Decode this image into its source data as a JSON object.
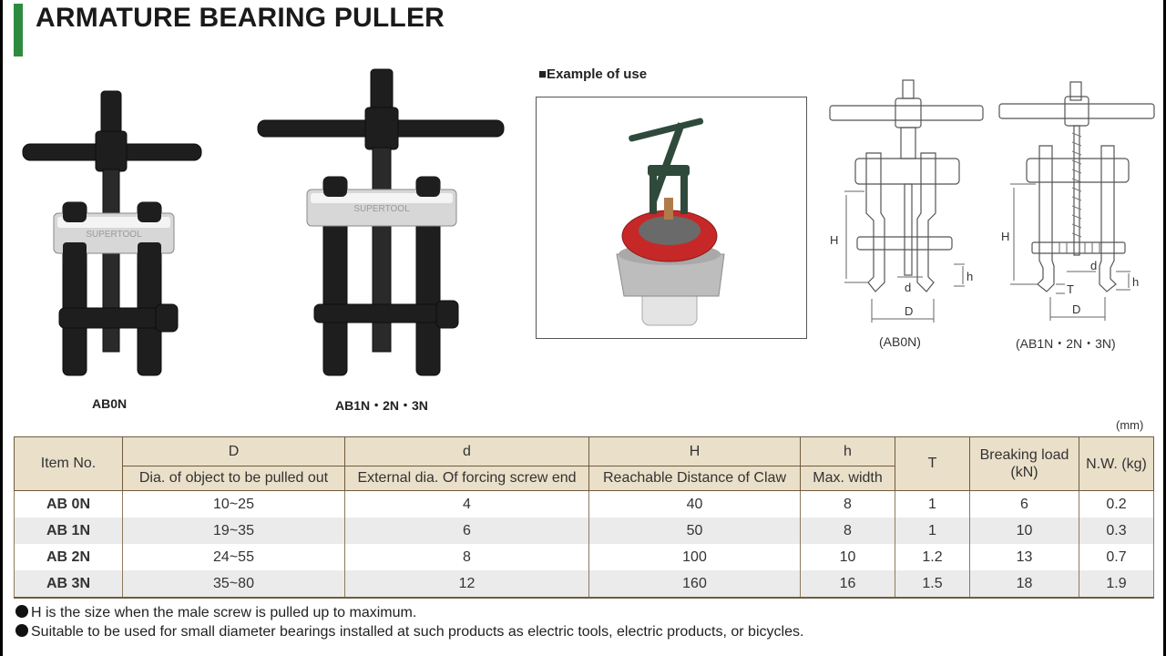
{
  "title": "ARMATURE BEARING PULLER",
  "products": [
    {
      "label": "AB0N"
    },
    {
      "label": "AB1N・2N・3N"
    }
  ],
  "example": {
    "label": "■Example of use"
  },
  "diagrams": [
    {
      "caption": "(AB0N)",
      "dim_labels": {
        "H": "H",
        "h": "h",
        "d": "d",
        "D": "D"
      }
    },
    {
      "caption": "(AB1N・2N・3N)",
      "dim_labels": {
        "H": "H",
        "h": "h",
        "d": "d",
        "D": "D",
        "T": "T"
      }
    }
  ],
  "product_marking": "SUPERTOOL",
  "unit": "(mm)",
  "table": {
    "headers": {
      "item": "Item No.",
      "D": "D",
      "D_sub": "Dia. of object to be pulled out",
      "d": "d",
      "d_sub": "External dia. Of forcing screw end",
      "H": "H",
      "H_sub": "Reachable Distance of Claw",
      "h": "h",
      "h_sub": "Max. width",
      "T": "T",
      "load": "Breaking load (kN)",
      "nw": "N.W. (kg)"
    },
    "rows": [
      [
        "AB 0N",
        "10~25",
        "4",
        "40",
        "8",
        "1",
        "6",
        "0.2"
      ],
      [
        "AB 1N",
        "19~35",
        "6",
        "50",
        "8",
        "1",
        "10",
        "0.3"
      ],
      [
        "AB 2N",
        "24~55",
        "8",
        "100",
        "10",
        "1.2",
        "13",
        "0.7"
      ],
      [
        "AB 3N",
        "35~80",
        "12",
        "160",
        "16",
        "1.5",
        "18",
        "1.9"
      ]
    ]
  },
  "notes": [
    "H is the size when the male screw is pulled up to maximum.",
    "Suitable to be used for small diameter bearings installed at such products as electric tools, electric products, or bicycles."
  ]
}
